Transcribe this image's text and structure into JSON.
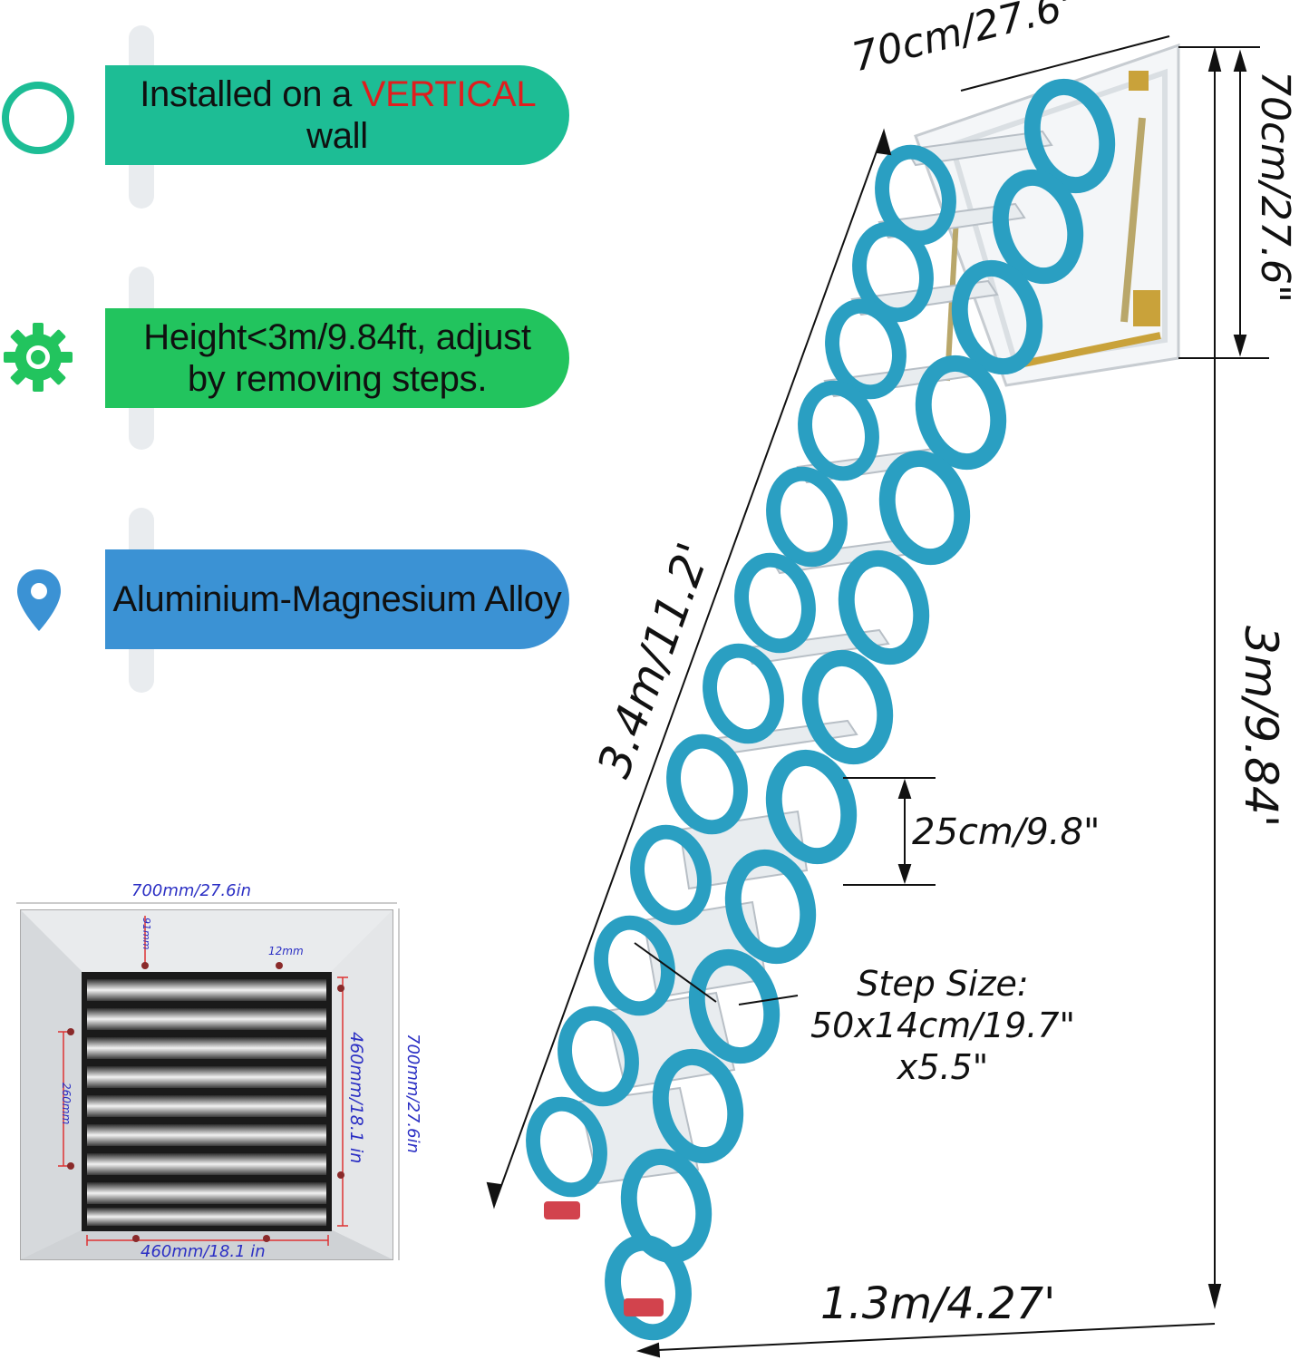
{
  "features": [
    {
      "icon": "circle-icon",
      "text_before": "Installed on a ",
      "highlight": "VERTICAL",
      "text_after": " wall"
    },
    {
      "icon": "gear-icon",
      "line1": "Height<3m/9.84ft, adjust",
      "line2": "by removing steps."
    },
    {
      "icon": "location-pin-icon",
      "text": "Aluminium-Magnesium Alloy"
    }
  ],
  "dimensions": {
    "top_width": "70cm/27.6\"",
    "right_box_height": "70cm/27.6\"",
    "diagonal_length": "3.4m/11.2'",
    "total_height": "3m/9.84'",
    "step_gap": "25cm/9.8\"",
    "base_width": "1.3m/4.27'",
    "step_size_line1": "Step Size:",
    "step_size_line2": "50x14cm/19.7\"",
    "step_size_line3": "x5.5\""
  },
  "hatch_plate": {
    "outer_width": "700mm/27.6in",
    "outer_height": "700mm/27.6in",
    "top_offset": "91mm",
    "hole_size": "12mm",
    "left_spacing": "260mm",
    "inner_height": "460mm/18.1 in",
    "inner_width": "460mm/18.1 in"
  },
  "colors": {
    "banner1": "#1dbd95",
    "banner2": "#22c45e",
    "banner3": "#3b92d4",
    "ladder_blue": "#2a9fc2",
    "highlight_red": "#e01e1e",
    "plate_label_blue": "#2b2fc4"
  }
}
